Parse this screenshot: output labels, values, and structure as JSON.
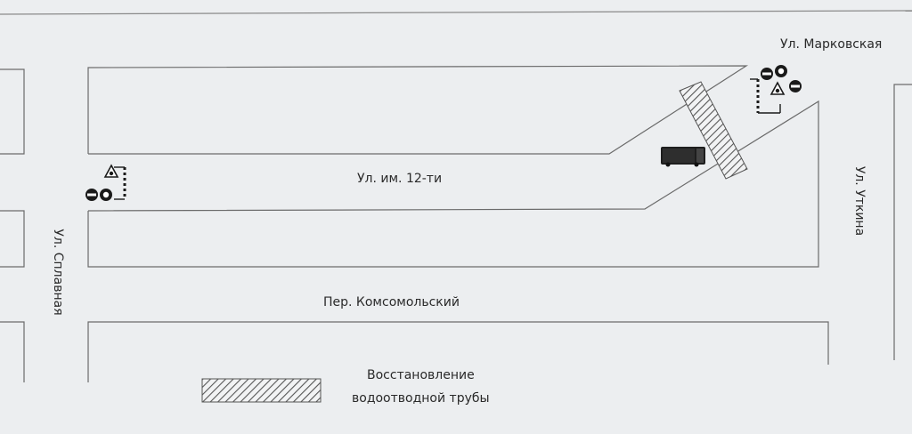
{
  "streets": {
    "markovskaya": "Ул. Марковская",
    "im12ti": "Ул. им. 12-ти",
    "splavnaya": "Ул. Сплавная",
    "utkina": "Ул. Уткина",
    "komsomolsky": "Пер. Комсомольский"
  },
  "legend": {
    "line1": "Восстановление",
    "line2": "водоотводной трубы"
  },
  "colors": {
    "background": "#eceef0",
    "road_outline": "#6b6b6b",
    "hatch": "#555555",
    "sign_dark": "#1a1a1a",
    "barrier_red": "#b52a2a"
  },
  "icons": [
    "road-sign-warning-icon",
    "no-entry-sign-icon",
    "truck-icon",
    "barrier-icon"
  ]
}
